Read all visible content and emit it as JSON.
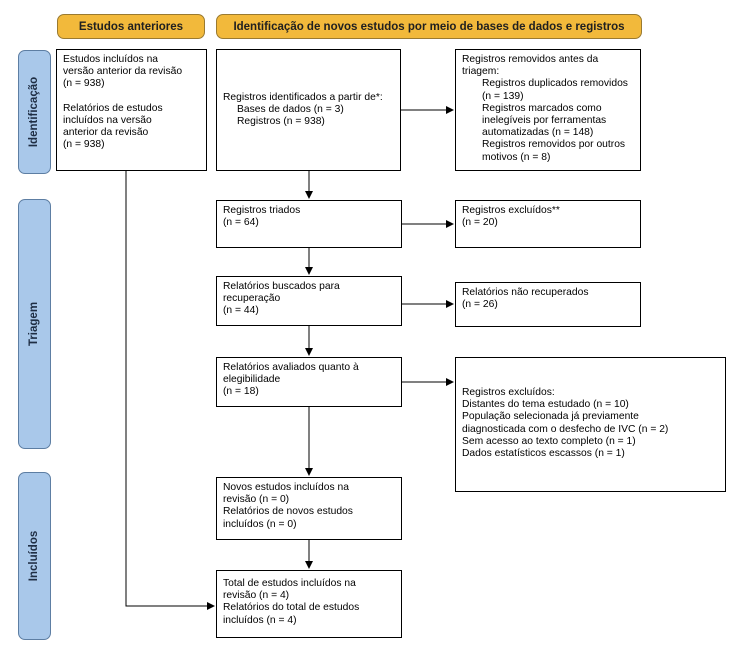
{
  "headers": {
    "previous": "Estudos anteriores",
    "new": "Identificação de novos estudos por meio de bases de dados e registros"
  },
  "phases": {
    "identification": "Identificação",
    "screening": "Triagem",
    "included": "Incluídos"
  },
  "boxes": {
    "previous_studies": {
      "studies": "Estudos incluídos na",
      "studies_2": "versão anterior da revisão",
      "studies_n": "(n = 938)",
      "reports": "Relatórios de estudos",
      "reports_2": "incluídos na versão",
      "reports_3": "anterior da revisão",
      "reports_n": "(n = 938)"
    },
    "identified": {
      "title": "Registros identificados a partir de*:",
      "databases": "Bases de dados (n = 3)",
      "registers": "Registros (n = 938)"
    },
    "removed": {
      "title": "Registros removidos antes da",
      "title_2": "triagem:",
      "dup": "Registros duplicados removidos",
      "dup_n": "(n = 139)",
      "auto": "Registros marcados como",
      "auto_2": "inelegíveis por ferramentas",
      "auto_3": "automatizadas (n = 148)",
      "other": "Registros removidos por outros",
      "other_2": "motivos (n = 8)"
    },
    "screened": {
      "title": "Registros triados",
      "n": "(n = 64)"
    },
    "excluded": {
      "title": "Registros excluídos**",
      "n": "(n = 20)"
    },
    "sought": {
      "title": "Relatórios buscados para",
      "title_2": "recuperação",
      "n": "(n = 44)"
    },
    "not_retrieved": {
      "title": "Relatórios não recuperados",
      "n": "(n = 26)"
    },
    "assessed": {
      "title": "Relatórios avaliados quanto à",
      "title_2": "elegibilidade",
      "n": "(n = 18)"
    },
    "excluded_reasons": {
      "title": "Registros excluídos:",
      "r1": "Distantes do tema estudado (n = 10)",
      "r2": "População selecionada já previamente",
      "r2_b": "diagnosticada com o desfecho de IVC (n = 2)",
      "r3": "Sem acesso ao texto completo (n = 1)",
      "r4": "Dados estatísticos escassos (n = 1)"
    },
    "new_included": {
      "studies": "Novos estudos incluídos na",
      "studies_2": "revisão (n = 0)",
      "reports": "Relatórios de novos estudos",
      "reports_2": "incluídos (n = 0)"
    },
    "total_included": {
      "studies": "Total de estudos incluídos na",
      "studies_2": "revisão (n = 4)",
      "reports": "Relatórios do total de estudos",
      "reports_2": "incluídos (n = 4)"
    }
  }
}
